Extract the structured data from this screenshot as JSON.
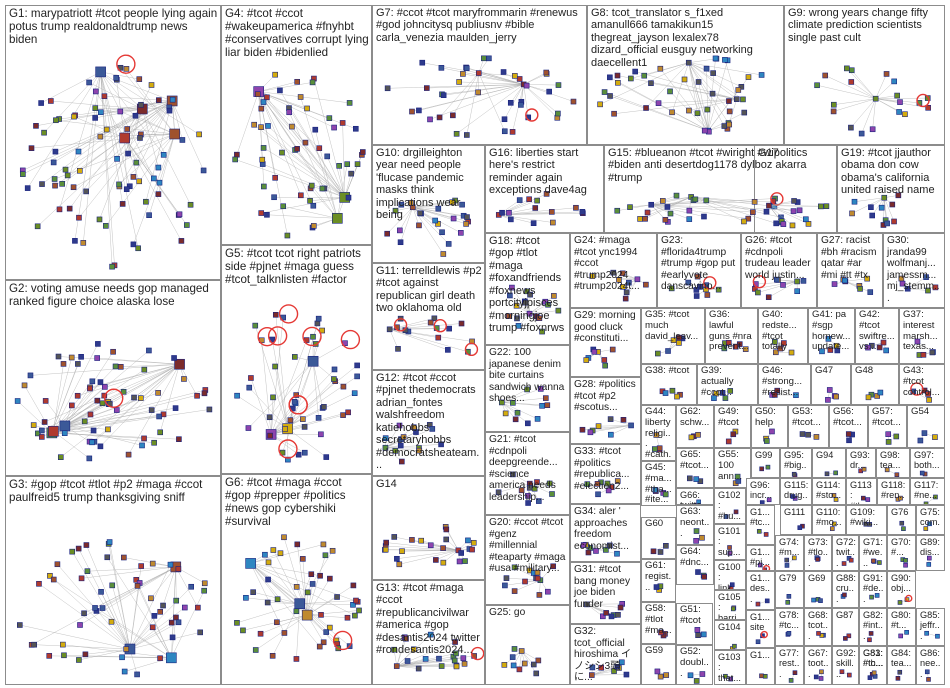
{
  "groups": [
    {
      "id": "G1",
      "text": "G1: marypatriott #tcot people lying again potus trump realdonaldtrump news biden"
    },
    {
      "id": "G2",
      "text": "G2: voting amuse needs gop managed ranked figure choice alaska lose"
    },
    {
      "id": "G3",
      "text": "G3: #gop #tcot #tlot #p2 #maga #ccot paulfreid5 trump thanksgiving sniff"
    },
    {
      "id": "G4",
      "text": "G4: #tcot #ccot #wakeupamerica #fnyhbt #conservatives corrupt lying liar biden #bidenlied"
    },
    {
      "id": "G5",
      "text": "G5: #tcot tcot right patriots side #pjnet #maga guess #tcot_talknlisten #factor"
    },
    {
      "id": "G6",
      "text": "G6: #tcot #maga #ccot #gop #prepper #politics #news gop cybershiki #survival"
    },
    {
      "id": "G7",
      "text": "G7: #ccot #tcot maryfrommarin #renewus #god johncitysq publiusnv #bible carla_venezia maulden_jerry"
    },
    {
      "id": "G8",
      "text": "G8: tcot_translator s_f1xed amanull666 tamakikun15 thegreat_jayson lexalex78 dizard_official eusguy networking daecellent1"
    },
    {
      "id": "G9",
      "text": "G9: wrong years change fifty climate prediction scientists single past cult"
    },
    {
      "id": "G10",
      "text": "G10: drgilleighton year need people 'flucase pandemic masks think implications wear being"
    },
    {
      "id": "G11",
      "text": "G11: terrelldlewis #p2 #tcot against republican girl death two oklahoma old"
    },
    {
      "id": "G12",
      "text": "G12: #tcot #ccot #pjnet thedemocrats adrian_fontes walshfreedom katiehobbs secretaryhobbs #democratsheateam..."
    },
    {
      "id": "G13",
      "text": "G13: #tcot #maga #ccot #republicancivilwar #america #gop #desantis2024 twitter #rondesantis2024..."
    },
    {
      "id": "G14",
      "text": "G14"
    },
    {
      "id": "G15",
      "text": "G15: #blueanon #tcot #wiright #wipolitics #biden anti desertdog1178 dylboz akarra #trump"
    },
    {
      "id": "G16",
      "text": "G16: liberties start here's restrict reminder again exceptions dave4ag"
    },
    {
      "id": "G17",
      "text": "G17"
    },
    {
      "id": "G18",
      "text": "G18: #tcot #gop #tlot #maga #foxandfriends #foxnews portcityjpisces #morningjoe trump #foxnrws"
    },
    {
      "id": "G19",
      "text": "G19: #tcot jjauthor obama don cow obama's california united raised name"
    },
    {
      "id": "G20",
      "text": "G20: #ccot #tcot #genz #millennial #teaparty #maga #usa #military..."
    },
    {
      "id": "G21",
      "text": "G21: #tcot #cdnpoli deepgreende... #science america needs leadership..."
    },
    {
      "id": "G22",
      "text": "G22: 100 japanese denim bite curtains sandwich wanna shoes..."
    },
    {
      "id": "G23",
      "text": "G23: #florida4trump #trump #gop put #earlyvote danscavino..."
    },
    {
      "id": "G24",
      "text": "G24: #maga #tcot ync1994 #ccot #trump2024 #trump2024t..."
    },
    {
      "id": "G25",
      "text": "G25: go"
    },
    {
      "id": "G26",
      "text": "G26: #tcot #cdnpoli trudeau leader world justin..."
    },
    {
      "id": "G27",
      "text": "G27: racist #bh #racism qatar #ar #mi #tt #tx"
    },
    {
      "id": "G28",
      "text": "G28: #politics #tcot #p2 #scotus..."
    },
    {
      "id": "G29",
      "text": "G29: morning good cluck #constituti..."
    },
    {
      "id": "G30",
      "text": "G30: jranda99 wolfmanj... jamessm... mj_stemm..."
    },
    {
      "id": "G31",
      "text": "G31: #tcot bang money joe biden funder"
    },
    {
      "id": "G32",
      "text": "G32: tcot_official hiroshima イ ノシシ3頭に..."
    },
    {
      "id": "G33",
      "text": "G33: #tcot #politics #republica... #election2..."
    },
    {
      "id": "G34",
      "text": "G34: aler ' approaches freedom economist..."
    },
    {
      "id": "G35",
      "text": "G35: #tcot much david_leav..."
    },
    {
      "id": "G36",
      "text": "G36: lawful guns #nra prevent..."
    },
    {
      "id": "G37",
      "text": "G37: interest marsh... texas..."
    },
    {
      "id": "G38",
      "text": "G38: #tcot"
    },
    {
      "id": "G39",
      "text": "G39: actually #ccot..."
    },
    {
      "id": "G40",
      "text": "G40: redste... #tcot totally"
    },
    {
      "id": "G41",
      "text": "G41: pa #sgp homew... update..."
    },
    {
      "id": "G42",
      "text": "G42: #tcot swiftre... vs..."
    },
    {
      "id": "G43",
      "text": "G43: #tcot control..."
    },
    {
      "id": "G44",
      "text": "G44: liberty religi... #cath..."
    },
    {
      "id": "G45",
      "text": "G45: #ma... #tha... #ite..."
    },
    {
      "id": "G46",
      "text": "G46: #strong... #resist..."
    },
    {
      "id": "G47",
      "text": "G47"
    },
    {
      "id": "G48",
      "text": "G48"
    },
    {
      "id": "G49",
      "text": "G49: #tcot"
    },
    {
      "id": "G50",
      "text": "G50: help"
    },
    {
      "id": "G51",
      "text": "G51: #tcot"
    },
    {
      "id": "G52",
      "text": "G52: doubl..."
    },
    {
      "id": "G53",
      "text": "G53: #tcot..."
    },
    {
      "id": "G54",
      "text": "G54"
    },
    {
      "id": "G55",
      "text": "G55: 100 ann..."
    },
    {
      "id": "G56",
      "text": "G56: #tcot..."
    },
    {
      "id": "G57",
      "text": "G57: #tcot..."
    },
    {
      "id": "G58",
      "text": "G58: #tlot #ma..."
    },
    {
      "id": "G59",
      "text": "G59"
    },
    {
      "id": "G60",
      "text": "G60"
    },
    {
      "id": "G61",
      "text": "G61: regist..."
    },
    {
      "id": "G62",
      "text": "G62: schw..."
    },
    {
      "id": "G63",
      "text": "G63: neont..."
    },
    {
      "id": "G64",
      "text": "G64: #dnc..."
    },
    {
      "id": "G65",
      "text": "G65: #tcot..."
    },
    {
      "id": "G66",
      "text": "G66: twitte..."
    },
    {
      "id": "G67",
      "text": "G67: toot..."
    },
    {
      "id": "G68",
      "text": "G68: tcot..."
    },
    {
      "id": "G69",
      "text": "G69"
    },
    {
      "id": "G70",
      "text": "G70: #..."
    },
    {
      "id": "G71",
      "text": "G71: #we..."
    },
    {
      "id": "G72",
      "text": "G72: twit..."
    },
    {
      "id": "G73",
      "text": "G73: #tlo..."
    },
    {
      "id": "G74",
      "text": "G74: #m..."
    },
    {
      "id": "G75",
      "text": "G75: com..."
    },
    {
      "id": "G76",
      "text": "G76"
    },
    {
      "id": "G77",
      "text": "G77: rest..."
    },
    {
      "id": "G78",
      "text": "G78: #tc..."
    },
    {
      "id": "G79",
      "text": "G79"
    },
    {
      "id": "G80",
      "text": "G80: #t..."
    },
    {
      "id": "G81",
      "text": "G81: #th..."
    },
    {
      "id": "G82",
      "text": "G82: #int..."
    },
    {
      "id": "G83",
      "text": "G83: #tc..."
    },
    {
      "id": "G84",
      "text": "G84: tea..."
    },
    {
      "id": "G85",
      "text": "G85: jeffr..."
    },
    {
      "id": "G86",
      "text": "G86: nee..."
    },
    {
      "id": "G87",
      "text": "G87"
    },
    {
      "id": "G88",
      "text": "G88: cru..."
    },
    {
      "id": "G89",
      "text": "G89: dis..."
    },
    {
      "id": "G90",
      "text": "G90: obj..."
    },
    {
      "id": "G91",
      "text": "G91: #de..."
    },
    {
      "id": "G92",
      "text": "G92: skill..."
    },
    {
      "id": "G93",
      "text": "G93: dr..."
    },
    {
      "id": "G94",
      "text": "G94"
    },
    {
      "id": "G95",
      "text": "G95: #big..."
    },
    {
      "id": "G96",
      "text": "G96: incr..."
    },
    {
      "id": "G97",
      "text": "G97: both..."
    },
    {
      "id": "G98",
      "text": "G98: tea..."
    },
    {
      "id": "G99",
      "text": "G99"
    },
    {
      "id": "G100",
      "text": "G100: link..."
    },
    {
      "id": "G101",
      "text": "G101: sup..."
    },
    {
      "id": "G102",
      "text": "G102: #hu..."
    },
    {
      "id": "G103",
      "text": "G103: that..."
    },
    {
      "id": "G104",
      "text": "G104"
    },
    {
      "id": "G105",
      "text": "G105: barri..."
    },
    {
      "id": "G106",
      "text": "G1... #pj..."
    },
    {
      "id": "G107",
      "text": "G1... #tc..."
    },
    {
      "id": "G108",
      "text": "G1... site"
    },
    {
      "id": "G109",
      "text": "G109: #wiki..."
    },
    {
      "id": "G110",
      "text": "G110: #mo..."
    },
    {
      "id": "G111",
      "text": "G111"
    },
    {
      "id": "G112",
      "text": "G1... des..."
    },
    {
      "id": "G113",
      "text": "G113: #the..."
    },
    {
      "id": "G114",
      "text": "G114: #sto..."
    },
    {
      "id": "G115",
      "text": "G115: drug..."
    },
    {
      "id": "G116",
      "text": "G1..."
    },
    {
      "id": "G117",
      "text": "G117: #ne..."
    },
    {
      "id": "G118",
      "text": "G118: #ren..."
    }
  ],
  "colors": {
    "border": "#8c8c8c",
    "edge": "#aaaaaa",
    "node_outline": "#1a237e",
    "node_fills": [
      "#7b2b2b",
      "#2e3a8c",
      "#5a8f3a",
      "#c08a2e",
      "#8e44ad",
      "#2e86c1",
      "#555555",
      "#b03a2e",
      "#6b8e23",
      "#a0522d",
      "#3b5998",
      "#d4ac0d"
    ],
    "loop": "#e53935",
    "cross_edge": "#b0304a"
  },
  "icons": [
    "profile-node-icon",
    "self-loop-icon"
  ]
}
